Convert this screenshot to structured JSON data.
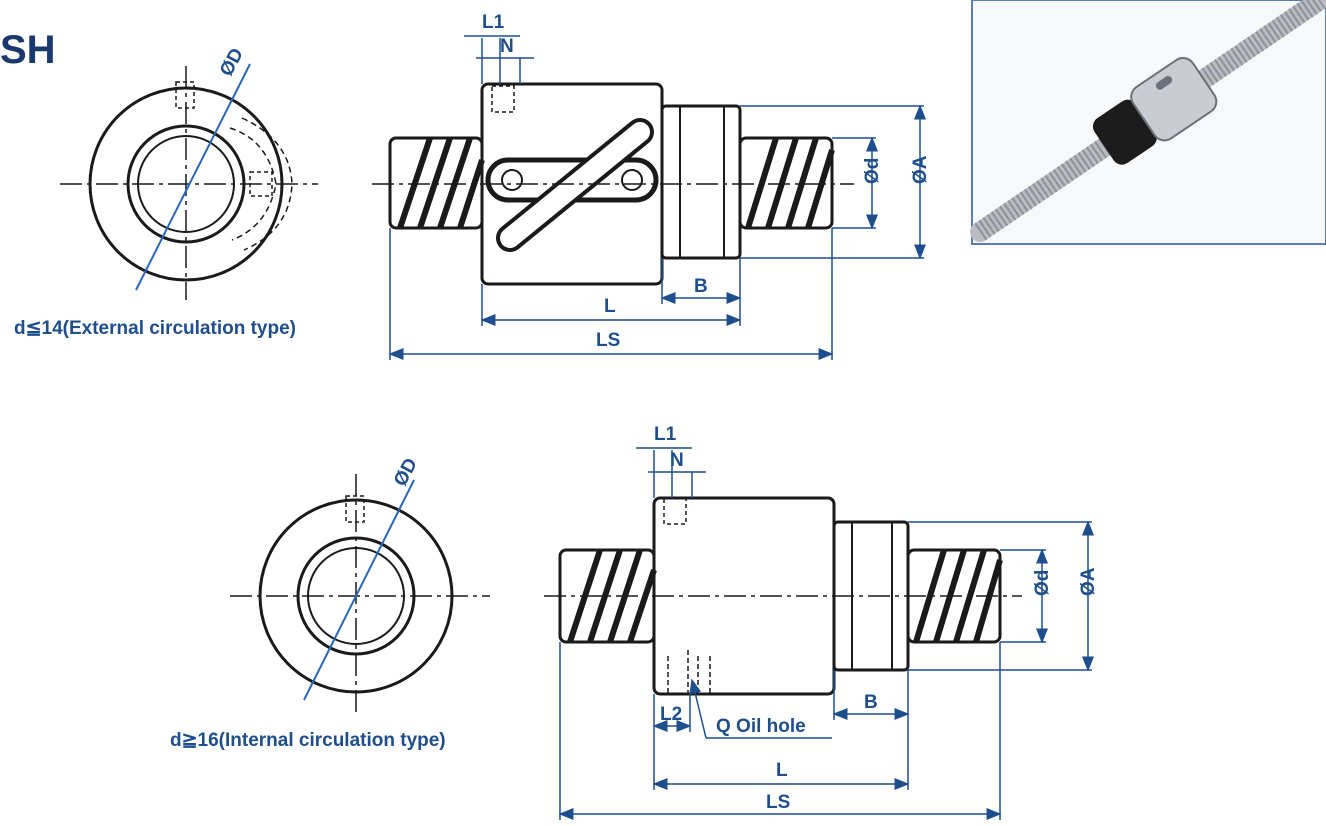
{
  "title": "SH",
  "upper": {
    "caption": "d≦14(External circulation type)",
    "dims": {
      "L1": "L1",
      "N": "N",
      "OD": "ØD",
      "Od": "Ød",
      "OA": "ØA",
      "B": "B",
      "L": "L",
      "LS": "LS"
    }
  },
  "lower": {
    "caption": "d≧16(Internal circulation type)",
    "dims": {
      "L1": "L1",
      "N": "N",
      "OD": "ØD",
      "Od": "Ød",
      "OA": "ØA",
      "B": "B",
      "L": "L",
      "LS": "LS",
      "L2": "L2",
      "oil": "Q Oil hole"
    }
  },
  "colors": {
    "line": "#1a1a1a",
    "dimension": "#1f4e8c",
    "accent": "#2a66b8"
  }
}
